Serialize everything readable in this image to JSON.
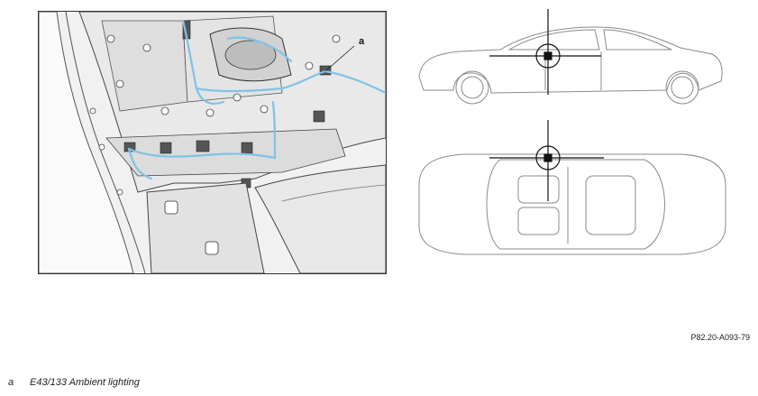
{
  "callout_label": "a",
  "figure_ref": "P82.20-A093-79",
  "legend": [
    {
      "key": "a",
      "text": "E43/133 Ambient lighting"
    }
  ],
  "colors": {
    "line": "#333333",
    "harness": "#7fc3e6",
    "panel_fill": "#eeeeee",
    "car_line": "#8a8a8a"
  },
  "icons": [
    "location-crosshair-icon"
  ]
}
